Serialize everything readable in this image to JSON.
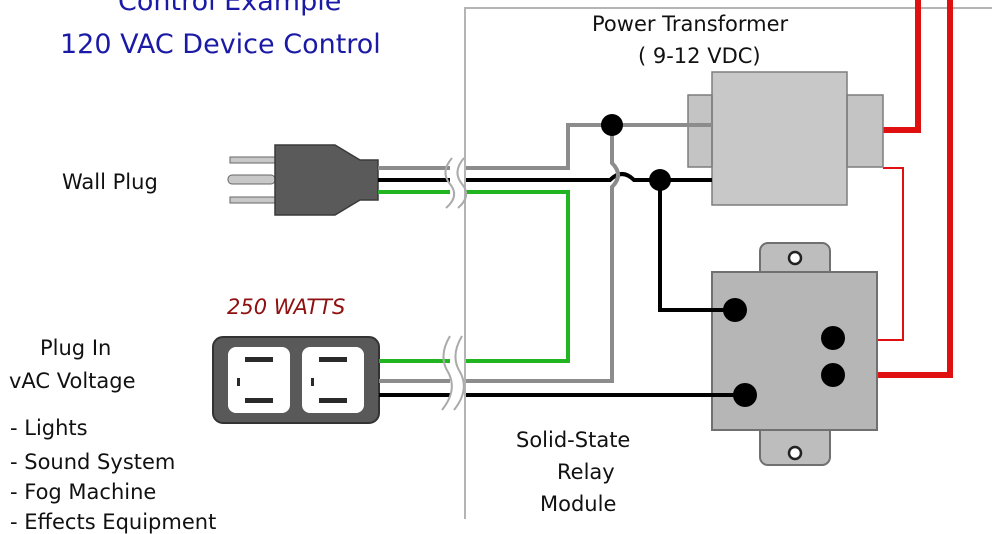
{
  "title": {
    "line1": "Control Example",
    "line2": "120 VAC Device Control"
  },
  "labels": {
    "transformer_line1": "Power Transformer",
    "transformer_line2": "( 9-12 VDC)",
    "wall_plug": "Wall Plug",
    "wattage": "250 WATTS",
    "plug_in_line1": "Plug In",
    "plug_in_line2": "vAC Voltage",
    "relay_line1": "Solid-State",
    "relay_line2": "Relay",
    "relay_line3": "Module"
  },
  "device_list": [
    "-   Lights",
    "-  Sound System",
    "-  Fog Machine",
    "-  Effects Equipment"
  ],
  "colors": {
    "title": "#1a1aa6",
    "wire_hot": "#000000",
    "wire_neutral": "#8c8c8c",
    "wire_ground": "#22b522",
    "wire_dc": "#e01010",
    "enclosure_border": "#b0b0b0"
  }
}
